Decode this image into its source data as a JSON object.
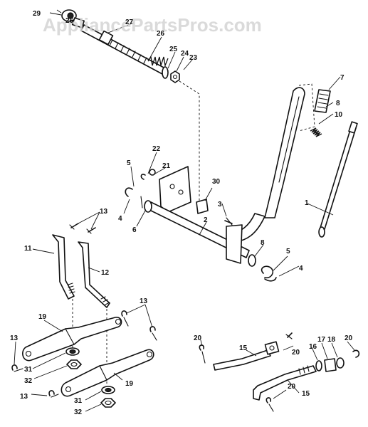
{
  "watermark": "AppliancePartsPros.com",
  "callouts": {
    "c1": "1",
    "c2": "2",
    "c3": "3",
    "c4a": "4",
    "c4b": "4",
    "c5a": "5",
    "c5b": "5",
    "c6": "6",
    "c7": "7",
    "c8a": "8",
    "c8b": "8",
    "c10": "10",
    "c11": "11",
    "c12": "12",
    "c13a": "13",
    "c13b": "13",
    "c13c": "13",
    "c13d": "13",
    "c15a": "15",
    "c15b": "15",
    "c16": "16",
    "c17": "17",
    "c18": "18",
    "c19a": "19",
    "c19b": "19",
    "c20a": "20",
    "c20b": "20",
    "c20c": "20",
    "c20d": "20",
    "c21": "21",
    "c22": "22",
    "c23": "23",
    "c24": "24",
    "c25": "25",
    "c26a": "26",
    "c26b": "26",
    "c27": "27",
    "c29": "29",
    "c30": "30",
    "c31a": "31",
    "c31b": "31",
    "c32a": "32",
    "c32b": "32"
  }
}
